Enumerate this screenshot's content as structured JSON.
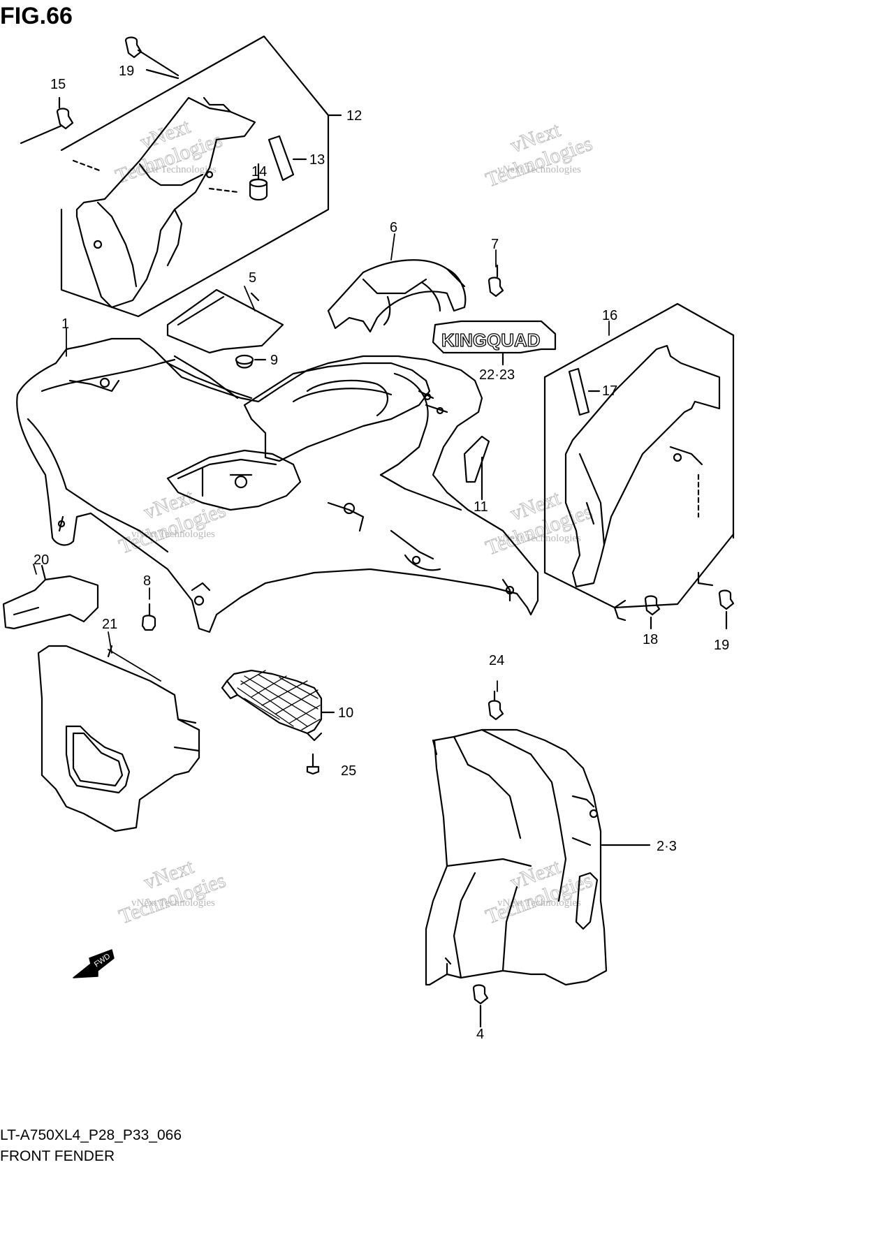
{
  "figure_title": "FIG.66",
  "footer": {
    "code": "LT-A750XL4_P28_P33_066",
    "name": "FRONT FENDER"
  },
  "watermark": {
    "line1": "vNext Technologies",
    "line2": "vNext",
    "line3": "Technologies"
  },
  "decal_text": "KINGQUAD",
  "fwd_text": "FWD",
  "callouts": {
    "c1": "1",
    "c23": "2·3",
    "c4": "4",
    "c5": "5",
    "c6": "6",
    "c7": "7",
    "c8": "8",
    "c9": "9",
    "c10": "10",
    "c11": "11",
    "c12": "12",
    "c13": "13",
    "c14": "14",
    "c15": "15",
    "c16": "16",
    "c17": "17",
    "c18": "18",
    "c19a": "19",
    "c19b": "19",
    "c20": "20",
    "c21": "21",
    "c2223": "22·23",
    "c24": "24",
    "c25": "25"
  }
}
